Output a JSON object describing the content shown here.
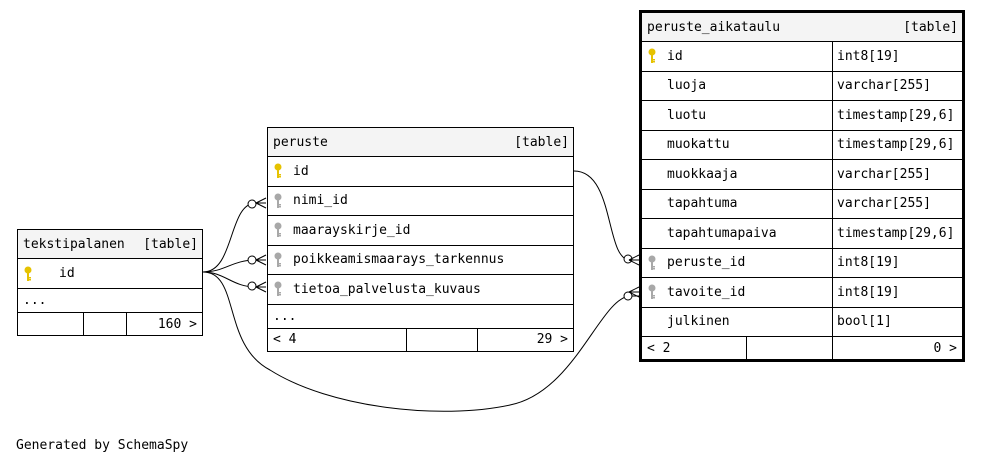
{
  "tables": {
    "tekstipalanen": {
      "name": "tekstipalanen",
      "kind": "[table]",
      "columns": [
        {
          "name": "id",
          "key": "primary-key-icon"
        }
      ],
      "more": "...",
      "footer": {
        "left": "",
        "middle": "",
        "right": "160 >"
      }
    },
    "peruste": {
      "name": "peruste",
      "kind": "[table]",
      "columns": [
        {
          "name": "id",
          "key": "primary-key-icon"
        },
        {
          "name": "nimi_id",
          "key": "foreign-key-icon"
        },
        {
          "name": "maarayskirje_id",
          "key": "foreign-key-icon"
        },
        {
          "name": "poikkeamismaarays_tarkennus",
          "key": "foreign-key-icon"
        },
        {
          "name": "tietoa_palvelusta_kuvaus",
          "key": "foreign-key-icon"
        }
      ],
      "more": "...",
      "footer": {
        "left": "< 4",
        "middle": "",
        "right": "29 >"
      }
    },
    "peruste_aikataulu": {
      "name": "peruste_aikataulu",
      "kind": "[table]",
      "columns": [
        {
          "name": "id",
          "type": "int8[19]",
          "key": "primary-key-icon"
        },
        {
          "name": "luoja",
          "type": "varchar[255]",
          "key": ""
        },
        {
          "name": "luotu",
          "type": "timestamp[29,6]",
          "key": ""
        },
        {
          "name": "muokattu",
          "type": "timestamp[29,6]",
          "key": ""
        },
        {
          "name": "muokkaaja",
          "type": "varchar[255]",
          "key": ""
        },
        {
          "name": "tapahtuma",
          "type": "varchar[255]",
          "key": ""
        },
        {
          "name": "tapahtumapaiva",
          "type": "timestamp[29,6]",
          "key": ""
        },
        {
          "name": "peruste_id",
          "type": "int8[19]",
          "key": "foreign-key-icon"
        },
        {
          "name": "tavoite_id",
          "type": "int8[19]",
          "key": "foreign-key-icon"
        },
        {
          "name": "julkinen",
          "type": "bool[1]",
          "key": ""
        }
      ],
      "footer": {
        "left": "< 2",
        "middle": "",
        "right": "0 >"
      }
    }
  },
  "colors": {
    "primary_key": "#e6c200",
    "foreign_key": "#a8a8a8",
    "header_bg": "#f4f4f4"
  },
  "credit": "Generated by SchemaSpy"
}
